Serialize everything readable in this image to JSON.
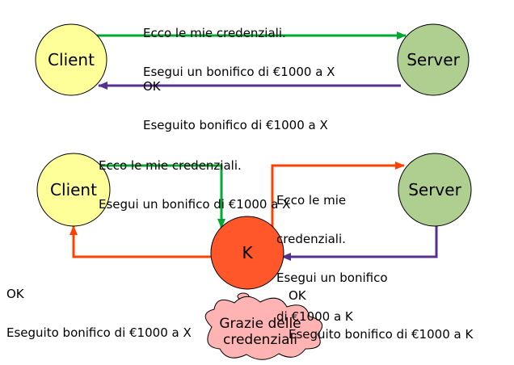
{
  "colors": {
    "client_fill": "#ffff99",
    "server_fill": "#aecf8f",
    "attacker_fill": "#ff5729",
    "cloud_fill": "#ffb3b3",
    "request_arrow": "#00a933",
    "response_arrow": "#55308d",
    "attacker_arrow": "#ff4000",
    "outline": "#000000"
  },
  "top": {
    "client_label": "Client",
    "server_label": "Server",
    "request_line1": "Ecco le mie credenziali.",
    "request_line2": "Esegui un bonifico di €1000 a X",
    "response_line1": "OK",
    "response_line2": "Eseguito bonifico di €1000 a X"
  },
  "bottom": {
    "client_label": "Client",
    "server_label": "Server",
    "attacker_label": "K",
    "request_line1": "Ecco le mie credenziali.",
    "request_line2": "Esegui un bonifico di €1000 a X",
    "forward_line1": "Ecco le mie",
    "forward_line2": "credenziali.",
    "forward_line3": "Esegui un bonifico",
    "forward_line4": "di €1000 a K",
    "server_response_line1": "OK",
    "server_response_line2": "Eseguito bonifico di €1000 a K",
    "client_response_line1": "OK",
    "client_response_line2": "Eseguito bonifico di €1000 a X",
    "thought_line1": "Grazie delle",
    "thought_line2": "credenziali"
  }
}
